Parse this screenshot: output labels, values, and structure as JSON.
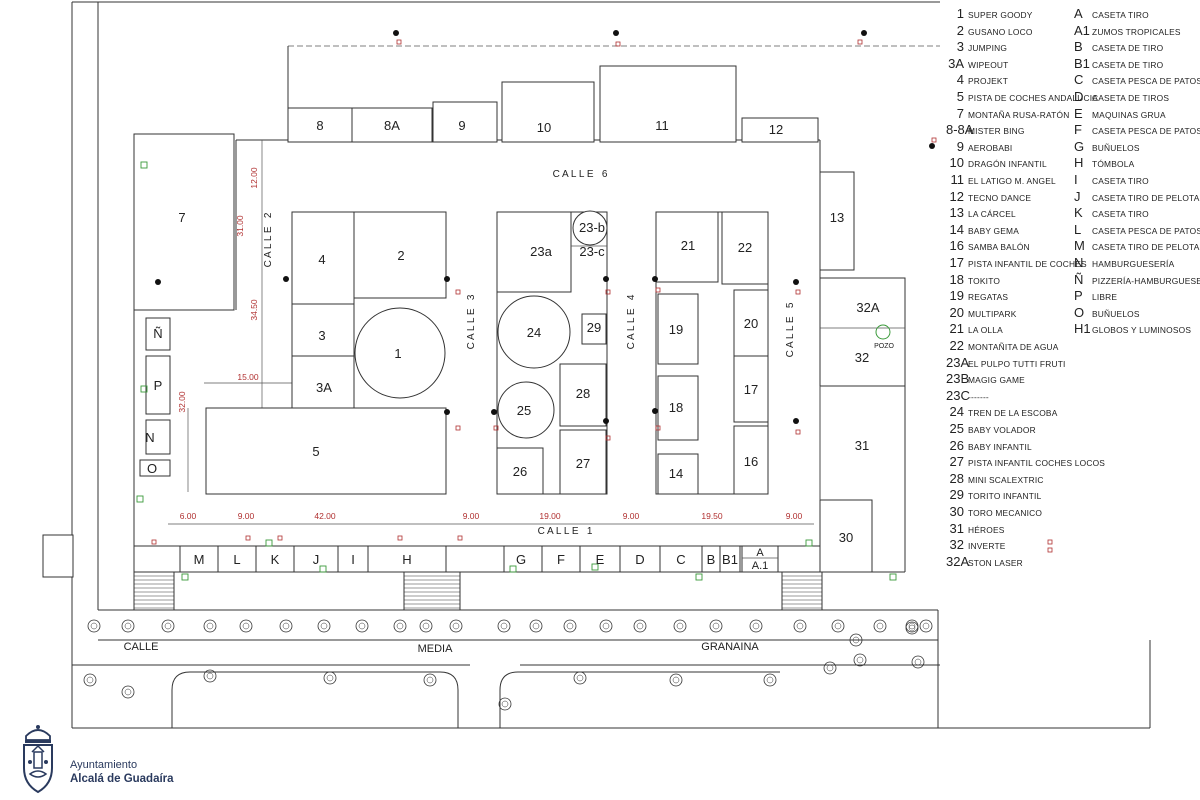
{
  "streets": {
    "calle_1": "C A L L E   1",
    "calle_2": "C A L L E   2",
    "calle_3": "C A L L E   3",
    "calle_4": "C A L L E   4",
    "calle_5": "C A L L E   5",
    "calle_6": "C A L L E   6",
    "road_calle": "CALLE",
    "road_media": "MEDIA",
    "road_granaina": "GRANAINA"
  },
  "dimensions": {
    "d_12": "12.00",
    "d_31": "31.00",
    "d_3450": "34.50",
    "d_32": "32.00",
    "d_15": "15.00",
    "d_6": "6.00",
    "d_9a": "9.00",
    "d_42": "42.00",
    "d_9b": "9.00",
    "d_19": "19.00",
    "d_9c": "9.00",
    "d_1950": "19.50",
    "d_9d": "9.00"
  },
  "pozo": "POZO",
  "booths": {
    "b1": "1",
    "b2": "2",
    "b3": "3",
    "b3a": "3A",
    "b4": "4",
    "b5": "5",
    "b7": "7",
    "b8": "8",
    "b8a": "8A",
    "b9": "9",
    "b10": "10",
    "b11": "11",
    "b12": "12",
    "b13": "13",
    "b14": "14",
    "b16": "16",
    "b17": "17",
    "b18": "18",
    "b19": "19",
    "b20": "20",
    "b21": "21",
    "b22": "22",
    "b23a": "23a",
    "b23b": "23-b",
    "b23c": "23-c",
    "b24": "24",
    "b25": "25",
    "b26": "26",
    "b27": "27",
    "b28": "28",
    "b29": "29",
    "b30": "30",
    "b31": "31",
    "b32": "32",
    "b32a": "32A",
    "bN2": "Ñ",
    "bP": "P",
    "bN": "N",
    "bO": "O",
    "bM": "M",
    "bL": "L",
    "bK": "K",
    "bJ": "J",
    "bI": "I",
    "bH": "H",
    "bG": "G",
    "bF": "F",
    "bE": "E",
    "bD": "D",
    "bC": "C",
    "bB": "B",
    "bB1": "B1",
    "bA": "A",
    "bA1": "A.1"
  },
  "legend_left": [
    {
      "key": "1",
      "name": "SUPER GOODY"
    },
    {
      "key": "2",
      "name": "GUSANO LOCO"
    },
    {
      "key": "3",
      "name": "JUMPING"
    },
    {
      "key": "3A",
      "name": "WIPEOUT"
    },
    {
      "key": "4",
      "name": "PROJEKT"
    },
    {
      "key": "5",
      "name": "PISTA DE COCHES ANDALUCIA"
    },
    {
      "key": "7",
      "name": "MONTAÑA RUSA-RATÓN"
    },
    {
      "key": "8-8A",
      "name": "MISTER BING"
    },
    {
      "key": "9",
      "name": "AEROBABI"
    },
    {
      "key": "10",
      "name": "DRAGÓN INFANTIL"
    },
    {
      "key": "11",
      "name": "EL LATIGO M. ANGEL"
    },
    {
      "key": "12",
      "name": "TECNO DANCE"
    },
    {
      "key": "13",
      "name": "LA CÁRCEL"
    },
    {
      "key": "14",
      "name": "BABY GEMA"
    },
    {
      "key": "16",
      "name": "SAMBA BALÓN"
    },
    {
      "key": "17",
      "name": "PISTA INFANTIL DE COCHES"
    },
    {
      "key": "18",
      "name": "TOKITO"
    },
    {
      "key": "19",
      "name": "REGATAS"
    },
    {
      "key": "20",
      "name": "MULTIPARK"
    },
    {
      "key": "21",
      "name": "LA OLLA"
    },
    {
      "key": "22",
      "name": "MONTAÑITA DE AGUA"
    },
    {
      "key": "23A",
      "name": "EL PULPO TUTTI FRUTI"
    },
    {
      "key": "23B",
      "name": "MAGIG GAME"
    },
    {
      "key": "23C",
      "name": "-------"
    },
    {
      "key": "24",
      "name": "TREN DE LA ESCOBA"
    },
    {
      "key": "25",
      "name": "BABY VOLADOR"
    },
    {
      "key": "26",
      "name": "BABY INFANTIL"
    },
    {
      "key": "27",
      "name": "PISTA INFANTIL COCHES LOCOS"
    },
    {
      "key": "28",
      "name": "MINI SCALEXTRIC"
    },
    {
      "key": "29",
      "name": "TORITO INFANTIL"
    },
    {
      "key": "30",
      "name": "TORO MECANICO"
    },
    {
      "key": "31",
      "name": "HÉROES"
    },
    {
      "key": "32",
      "name": "INVERTE"
    },
    {
      "key": "32A",
      "name": "STON LASER"
    }
  ],
  "legend_right": [
    {
      "key": "A",
      "name": "CASETA TIRO"
    },
    {
      "key": "A1",
      "name": "ZUMOS TROPICALES"
    },
    {
      "key": "B",
      "name": "CASETA DE TIRO"
    },
    {
      "key": "B1",
      "name": "CASETA DE TIRO"
    },
    {
      "key": "C",
      "name": "CASETA PESCA DE PATOS"
    },
    {
      "key": "D",
      "name": "CASETA DE TIROS"
    },
    {
      "key": "E",
      "name": "MAQUINAS GRUA"
    },
    {
      "key": "F",
      "name": "CASETA PESCA DE PATOS"
    },
    {
      "key": "G",
      "name": "BUÑUELOS"
    },
    {
      "key": "H",
      "name": "TÓMBOLA"
    },
    {
      "key": "I",
      "name": "CASETA TIRO"
    },
    {
      "key": "J",
      "name": "CASETA TIRO DE PELOTAS"
    },
    {
      "key": "K",
      "name": "CASETA TIRO"
    },
    {
      "key": "L",
      "name": "CASETA PESCA DE PATOS"
    },
    {
      "key": "M",
      "name": "CASETA TIRO DE PELOTAS"
    },
    {
      "key": "N",
      "name": "HAMBURGUESERÍA"
    },
    {
      "key": "Ñ",
      "name": "PIZZERÍA-HAMBURGUESERÍA"
    },
    {
      "key": "P",
      "name": "LIBRE"
    },
    {
      "key": "O",
      "name": "BUÑUELOS"
    },
    {
      "key": "H1",
      "name": "GLOBOS Y LUMINOSOS"
    }
  ],
  "footer": {
    "line1": "Ayuntamiento",
    "line2": "Alcalá de Guadaíra"
  },
  "colors": {
    "lines": "#333333",
    "dimension_red": "#b03030",
    "marker_green": "#3a9a3a",
    "brand_navy": "#2a3a5e"
  }
}
